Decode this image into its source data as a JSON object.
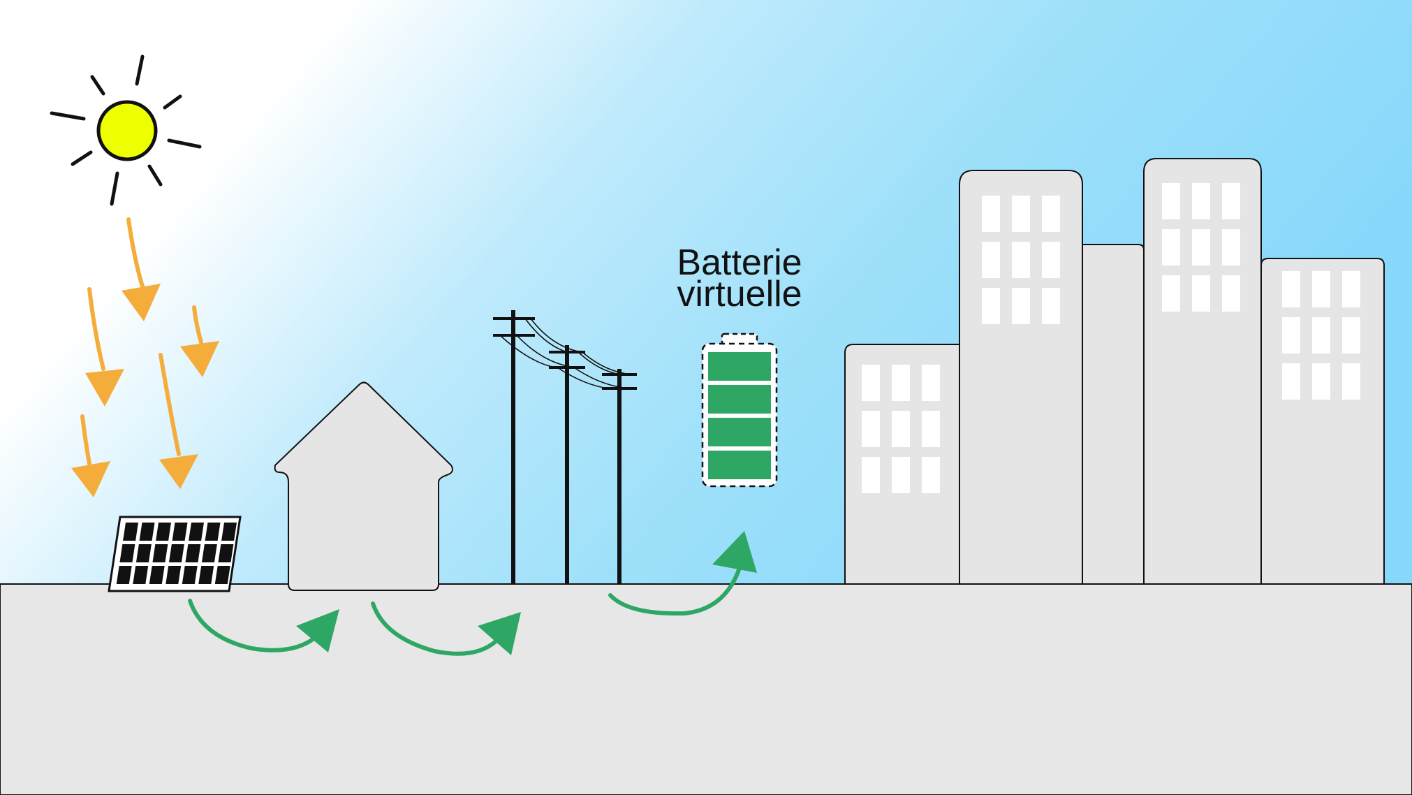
{
  "label": {
    "line1": "Batterie",
    "line2": "virtuelle"
  },
  "battery": {
    "charge_fraction": 1.0,
    "segments": 4
  },
  "colors": {
    "sky_light": "#ffffff",
    "sky": "#8fdcf9",
    "ground": "#e7e7e7",
    "sun": "#eeff00",
    "sun_rays": "#111111",
    "solar_arrows": "#f4ad3a",
    "energy_arrows": "#2ea765",
    "battery_fill": "#2ea765",
    "buildings": "#e5e5e5",
    "windows": "#ffffff",
    "outline": "#111111"
  },
  "icons": {
    "sun": "sun-icon",
    "solar_panel": "solar-panel-icon",
    "house": "house-icon",
    "power_poles": "power-pole-icon",
    "battery": "battery-icon",
    "city": "building-icon"
  }
}
